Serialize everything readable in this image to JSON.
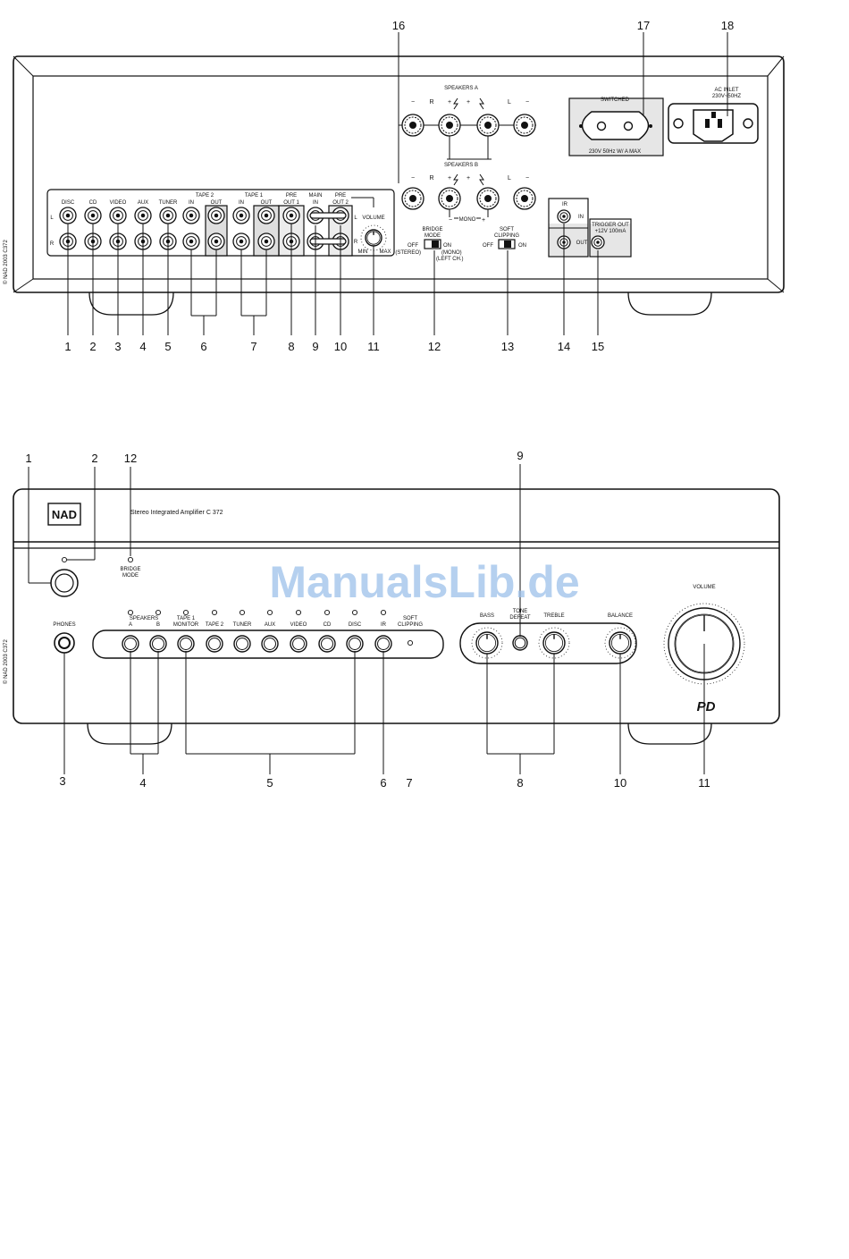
{
  "watermark": "ManualsLib.de",
  "copyright": "© NAD 2003 C372",
  "colors": {
    "line": "#111111",
    "panel_fill": "#ffffff",
    "shade": "#c8c8c8",
    "watermark": "#9dc1ea"
  },
  "rear_panel": {
    "callouts": [
      "1",
      "2",
      "3",
      "4",
      "5",
      "6",
      "7",
      "8",
      "9",
      "10",
      "11",
      "12",
      "13",
      "14",
      "15",
      "16",
      "17",
      "18"
    ],
    "input_labels": [
      "DISC",
      "CD",
      "VIDEO",
      "AUX",
      "TUNER"
    ],
    "tape2": {
      "title": "TAPE 2",
      "in": "IN",
      "out": "OUT"
    },
    "tape1": {
      "title": "TAPE 1",
      "in": "IN",
      "out": "OUT"
    },
    "pre_out_1": [
      "PRE",
      "OUT 1"
    ],
    "main_in": [
      "MAIN",
      "IN"
    ],
    "pre_out_2": [
      "PRE",
      "OUT 2"
    ],
    "channel_l": "L",
    "channel_r": "R",
    "volume": {
      "label": "VOLUME",
      "min": "MIN",
      "max": "MAX"
    },
    "speakers_a": "SPEAKERS A",
    "speakers_b": "SPEAKERS B",
    "terminal_signs": [
      "−",
      "R",
      "+",
      "+",
      "L",
      "−"
    ],
    "mono": "MONO",
    "bridge_mode": {
      "title": [
        "BRIDGE",
        "MODE"
      ],
      "off": "OFF",
      "stereo": "(STEREO)",
      "on": "ON",
      "mono": "(MONO)",
      "left": "(LEFT CH.)"
    },
    "soft_clipping": {
      "title": [
        "SOFT",
        "CLIPPING"
      ],
      "off": "OFF",
      "on": "ON"
    },
    "ir": {
      "title": "IR",
      "in": "IN",
      "out": "OUT"
    },
    "trigger_out": [
      "TRIGGER OUT",
      "+12V   100mA"
    ],
    "switched": {
      "label": "SWITCHED",
      "rating": "230V  50Hz    W/    A MAX"
    },
    "ac_inlet": [
      "AC INLET",
      "230V~50HZ"
    ]
  },
  "front_panel": {
    "callouts": [
      "1",
      "2",
      "12",
      "9",
      "3",
      "4",
      "5",
      "6",
      "7",
      "8",
      "10",
      "11"
    ],
    "brand": "NAD",
    "model": "Stereo Integrated Amplifier C 372",
    "bridge_mode": [
      "BRIDGE",
      "MODE"
    ],
    "phones": "PHONES",
    "speakers": {
      "title": "SPEAKERS",
      "a": "A",
      "b": "B"
    },
    "source_buttons": [
      [
        "TAPE 1",
        "MONITOR"
      ],
      [
        "TAPE 2"
      ],
      [
        "TUNER"
      ],
      [
        "AUX"
      ],
      [
        "VIDEO"
      ],
      [
        "CD"
      ],
      [
        "DISC"
      ],
      [
        "IR"
      ]
    ],
    "soft_clipping": [
      "SOFT",
      "CLIPPING"
    ],
    "tone": {
      "bass": "BASS",
      "defeat": [
        "TONE",
        "DEFEAT"
      ],
      "treble": "TREBLE",
      "balance": "BALANCE"
    },
    "volume": "VOLUME",
    "pd_logo": "PD"
  }
}
